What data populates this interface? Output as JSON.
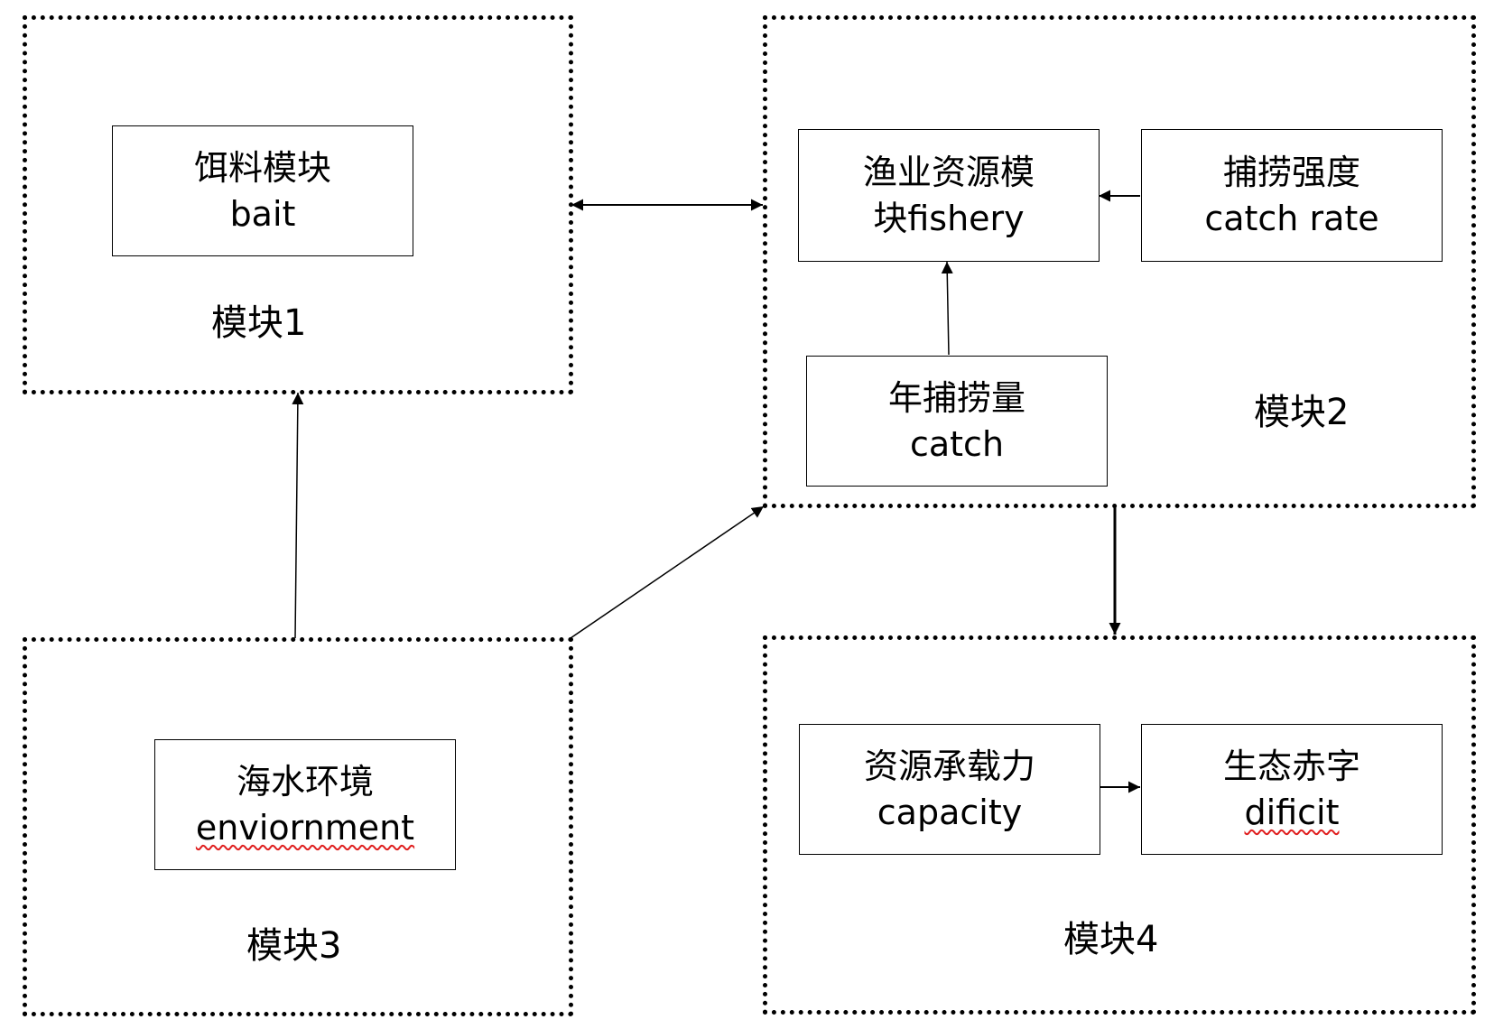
{
  "modules": {
    "m1": {
      "label": "模块1",
      "node": {
        "zh": "饵料模块",
        "en": "bait"
      }
    },
    "m2": {
      "label": "模块2",
      "fishery": {
        "line1": "渔业资源模",
        "line2": "块fishery"
      },
      "catch_rate": {
        "zh": "捕捞强度",
        "en": "catch rate"
      },
      "annual_catch": {
        "zh": "年捕捞量",
        "en": "catch"
      }
    },
    "m3": {
      "label": "模块3",
      "node": {
        "zh": "海水环境",
        "en": "enviornment"
      }
    },
    "m4": {
      "label": "模块4",
      "capacity": {
        "zh": "资源承载力",
        "en": "capacity"
      },
      "deficit": {
        "zh": "生态赤字",
        "en": "dificit"
      }
    }
  },
  "colors": {
    "line": "#000000",
    "spellcheck_underline": "#e02020"
  }
}
